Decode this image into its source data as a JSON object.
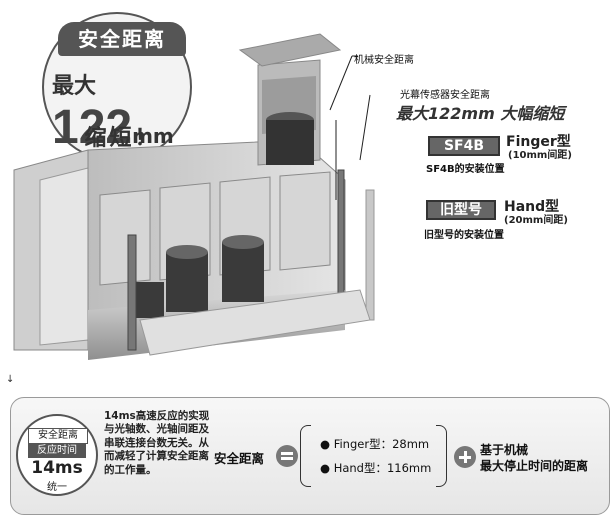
{
  "badge": {
    "title": "安全距离",
    "prefix": "最大",
    "number": "122",
    "unit": "mm",
    "suffix": "缩短！"
  },
  "labels": {
    "mechanical": "机械安全距离",
    "light_curtain": "光幕传感器安全距离",
    "reduction": "最大122mm 大幅缩短",
    "sf4b_tag": "SF4B",
    "sf4b_model": "Finger型",
    "sf4b_pitch": "(10mm间距)",
    "sf4b_position": "SF4B的安装位置",
    "old_tag": "旧型号",
    "old_model": "Hand型",
    "old_pitch": "(20mm间距)",
    "old_position": "旧型号的安装位置"
  },
  "arrow_mark": "↓",
  "panel": {
    "circle_top": "安全距离",
    "circle_mid": "反应时间",
    "circle_value": "14ms",
    "circle_bottom": "统一",
    "description": "14ms高速反应的实现与光轴数、光轴间距及串联连接台数无关。从而减轻了计算安全距离的工作量。",
    "safety_distance": "安全距离",
    "finger_item": "Finger型：28mm",
    "hand_item": "Hand型：116mm",
    "result_line1": "基于机械",
    "result_line2": "最大停止时间的距离"
  }
}
